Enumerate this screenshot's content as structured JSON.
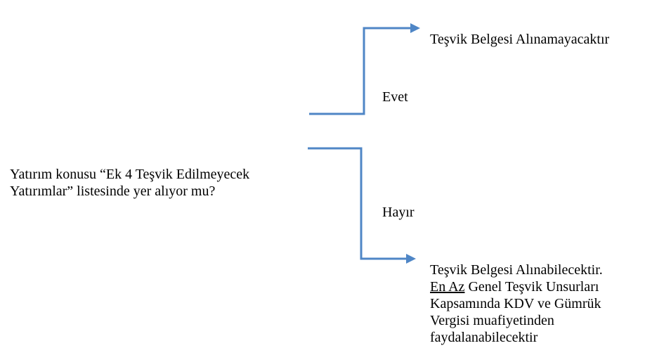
{
  "question": {
    "line1": "Yatırım konusu “Ek 4 Teşvik Edilmeyecek",
    "line2": "Yatırımlar” listesinde yer alıyor mu?"
  },
  "branches": {
    "yes": {
      "label": "Evet",
      "result": "Teşvik Belgesi Alınamayacaktır"
    },
    "no": {
      "label": "Hayır",
      "result": {
        "line1": "Teşvik Belgesi Alınabilecektir.",
        "line2_underlined": "En Az",
        "line2_rest": " Genel Teşvik Unsurları",
        "line3": "Kapsamında KDV ve Gümrük",
        "line4": "Vergisi muafiyetinden",
        "line5": "faydalanabilecektir"
      }
    }
  },
  "colors": {
    "connector": "#4f86c6",
    "text": "#000000",
    "background": "#ffffff"
  }
}
